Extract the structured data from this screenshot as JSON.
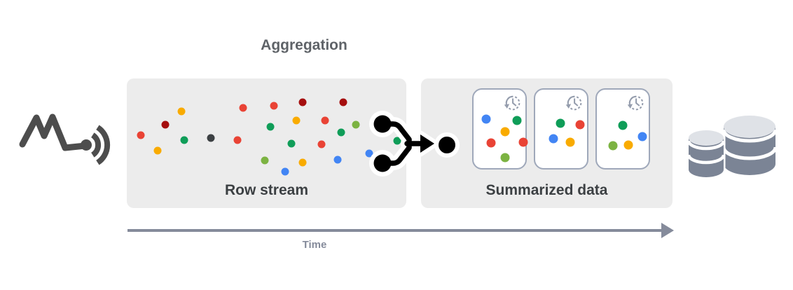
{
  "title": {
    "label": "Aggregation"
  },
  "palette": {
    "red": "#e94335",
    "dark_red": "#a50e0e",
    "orange": "#f9ab00",
    "green": "#0f9d58",
    "light_green": "#7cb342",
    "blue": "#4285f4",
    "gray": "#3c4043",
    "box_fill": "#ececec",
    "card_border": "#9fa8ba",
    "label_dark": "#3c4043",
    "timeline": "#858b9b",
    "source_icon": "#4d4d4d",
    "db_body": "#7b8495",
    "db_top": "#dfe2e7",
    "clock_icon": "#959dad",
    "merge_icon": "#000000"
  },
  "row_stream": {
    "label": "Row stream",
    "dots": [
      [
        "orange",
        78,
        47
      ],
      [
        "dark_red",
        55,
        66
      ],
      [
        "red",
        20,
        81
      ],
      [
        "green",
        82,
        88
      ],
      [
        "orange",
        44,
        103
      ],
      [
        "gray",
        120,
        85
      ],
      [
        "red",
        166,
        42
      ],
      [
        "red",
        158,
        88
      ],
      [
        "red",
        210,
        39
      ],
      [
        "dark_red",
        251,
        34
      ],
      [
        "dark_red",
        309,
        34
      ],
      [
        "orange",
        242,
        60
      ],
      [
        "red",
        283,
        60
      ],
      [
        "light_green",
        327,
        66
      ],
      [
        "green",
        205,
        69
      ],
      [
        "green",
        306,
        77
      ],
      [
        "green",
        235,
        93
      ],
      [
        "red",
        278,
        94
      ],
      [
        "light_green",
        197,
        117
      ],
      [
        "orange",
        251,
        120
      ],
      [
        "blue",
        226,
        133
      ],
      [
        "blue",
        301,
        116
      ],
      [
        "blue",
        346,
        107
      ],
      [
        "green",
        386,
        89
      ]
    ]
  },
  "summarized": {
    "label": "Summarized data",
    "cards": [
      {
        "icon": "history-clock-icon",
        "dots": [
          [
            "blue",
            18,
            42
          ],
          [
            "green",
            62,
            44
          ],
          [
            "orange",
            45,
            60
          ],
          [
            "red",
            25,
            76
          ],
          [
            "red",
            71,
            75
          ],
          [
            "light_green",
            45,
            97
          ]
        ]
      },
      {
        "icon": "history-clock-icon",
        "dots": [
          [
            "green",
            36,
            48
          ],
          [
            "red",
            64,
            50
          ],
          [
            "blue",
            26,
            70
          ],
          [
            "orange",
            50,
            75
          ]
        ]
      },
      {
        "icon": "history-clock-icon",
        "dots": [
          [
            "green",
            37,
            51
          ],
          [
            "blue",
            65,
            67
          ],
          [
            "light_green",
            23,
            80
          ],
          [
            "orange",
            45,
            79
          ]
        ]
      }
    ]
  },
  "timeline": {
    "label": "Time"
  },
  "icons": {
    "source": "signal-broadcast-icon",
    "merge": "merge-arrow-icon",
    "sink": "database-icon"
  }
}
